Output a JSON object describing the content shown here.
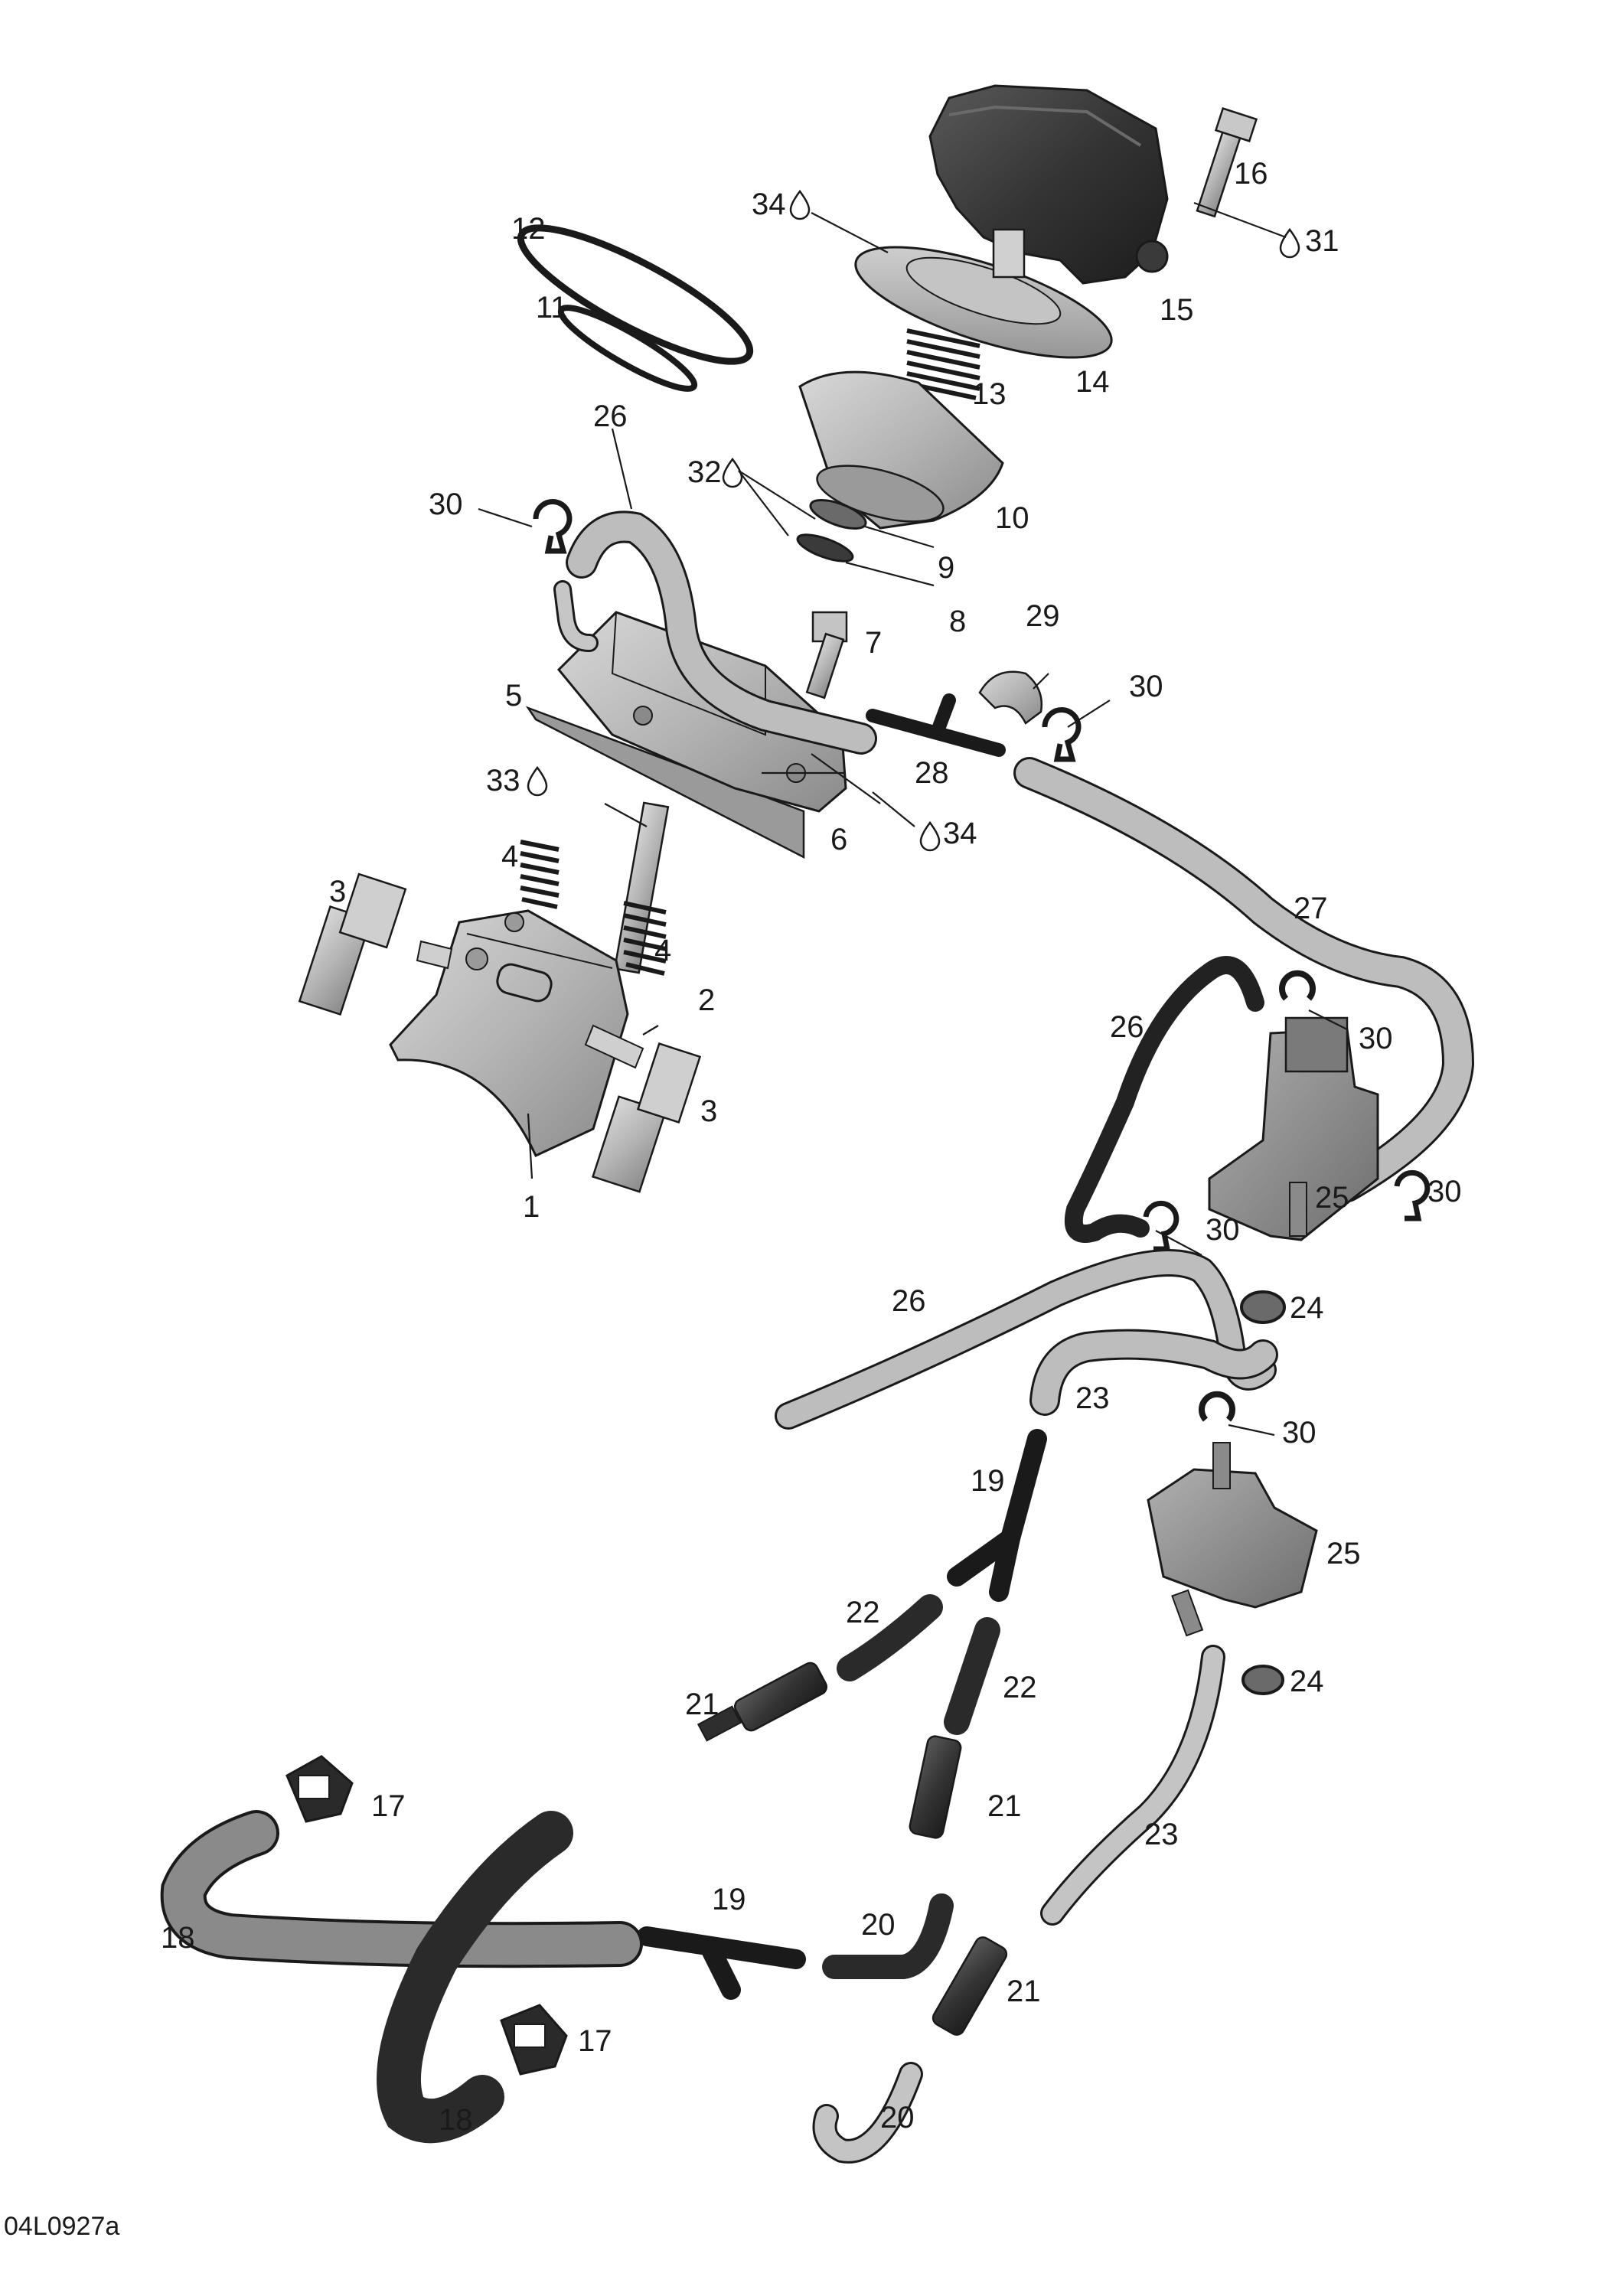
{
  "diagram_code": "04L0927a",
  "labels": {
    "l1": "1",
    "l2": "2",
    "l3a": "3",
    "l3b": "3",
    "l4a": "4",
    "l4b": "4",
    "l5": "5",
    "l6": "6",
    "l7": "7",
    "l8": "8",
    "l9": "9",
    "l10": "10",
    "l11": "11",
    "l12": "12",
    "l13": "13",
    "l14": "14",
    "l15": "15",
    "l16": "16",
    "l17a": "17",
    "l17b": "17",
    "l18a": "18",
    "l18b": "18",
    "l19a": "19",
    "l19b": "19",
    "l20a": "20",
    "l20b": "20",
    "l21a": "21",
    "l21b": "21",
    "l21c": "21",
    "l22a": "22",
    "l22b": "22",
    "l23a": "23",
    "l23b": "23",
    "l24a": "24",
    "l24b": "24",
    "l25a": "25",
    "l25b": "25",
    "l26a": "26",
    "l26b": "26",
    "l26c": "26",
    "l27": "27",
    "l28": "28",
    "l29": "29",
    "l30a": "30",
    "l30b": "30",
    "l30c": "30",
    "l30d": "30",
    "l30e": "30",
    "l30f": "30",
    "l31": "31",
    "l32": "32",
    "l33": "33",
    "l34a": "34",
    "l34b": "34"
  },
  "colors": {
    "light_part": "#b8b8b8",
    "mid_part": "#8f8f8f",
    "dark_part": "#2e2e2e",
    "outline": "#1a1a1a"
  }
}
